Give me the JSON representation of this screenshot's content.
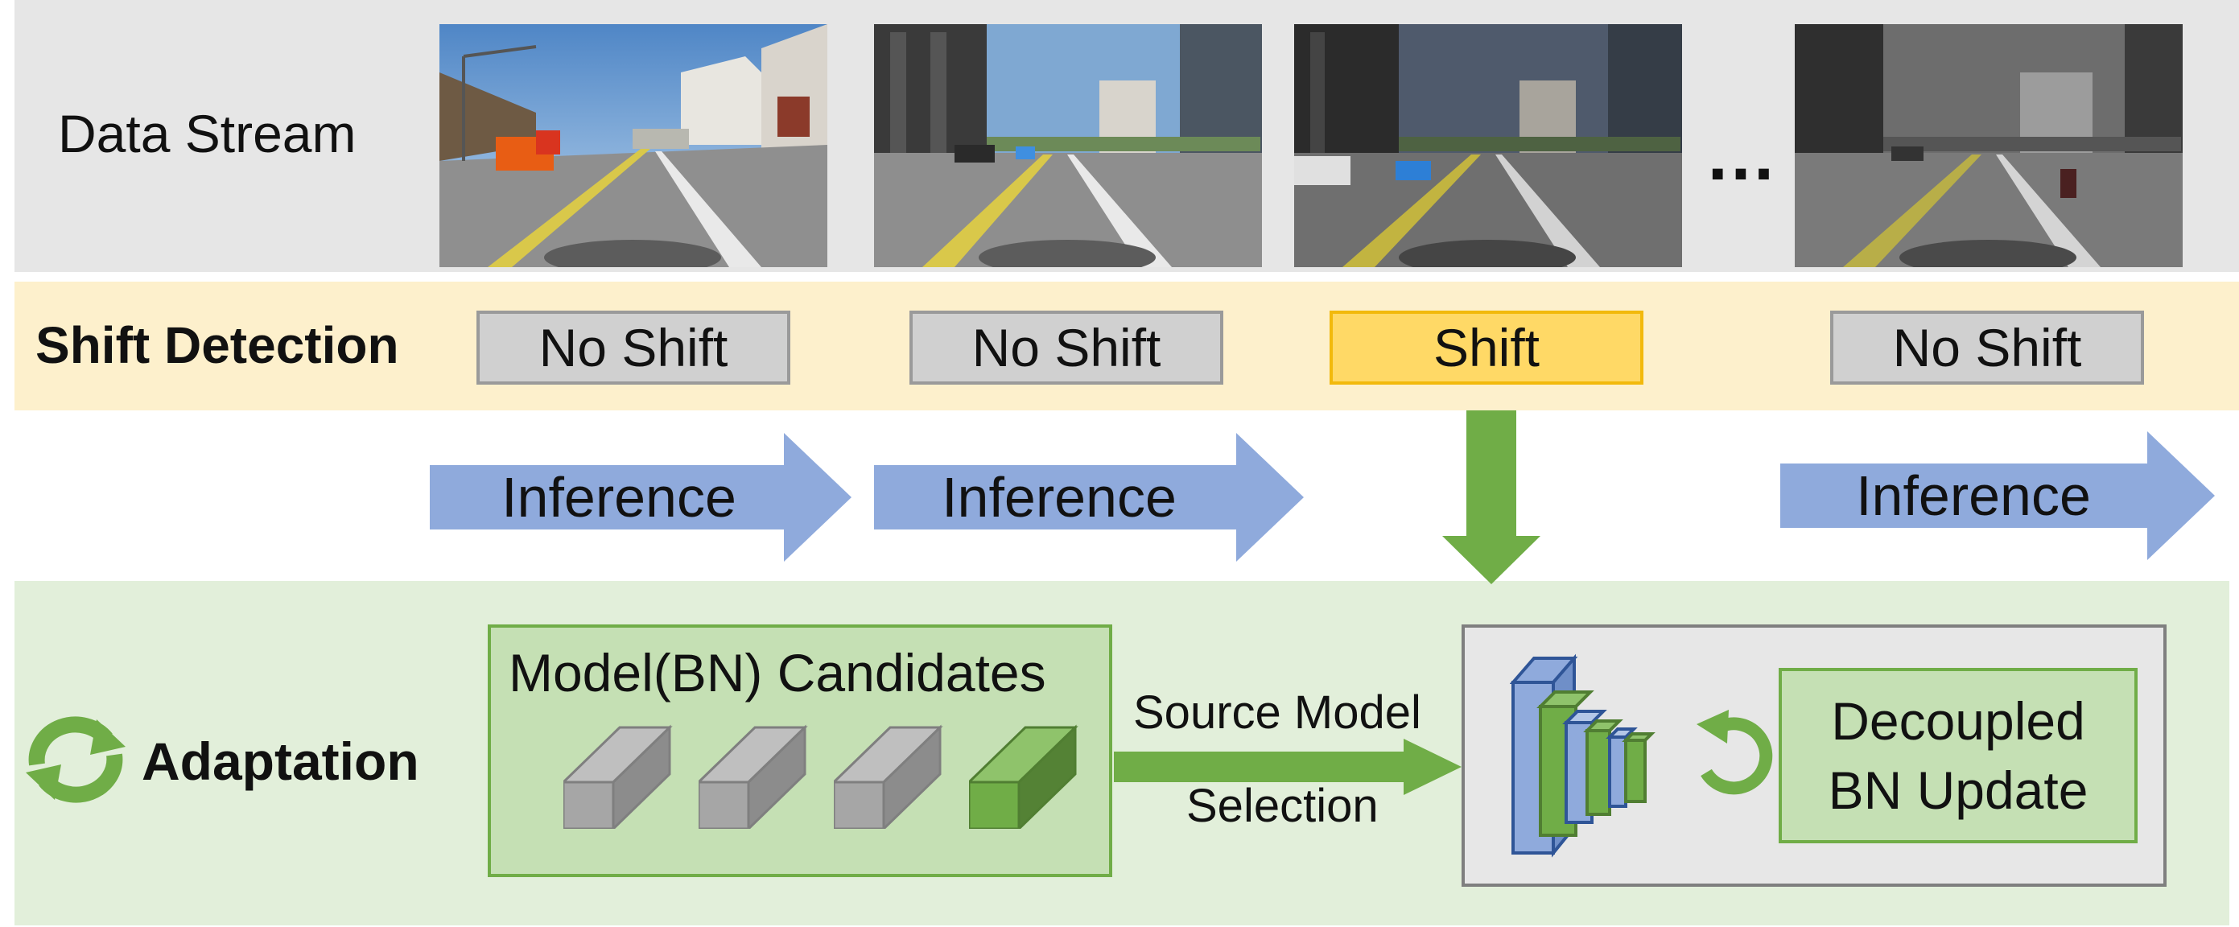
{
  "rows": {
    "data_stream": "Data Stream",
    "shift_detection": "Shift Detection",
    "adaptation": "Adaptation"
  },
  "stream": {
    "frames": [
      {
        "scene": "clear sunny street with fire truck"
      },
      {
        "scene": "city street with buildings, slight shift"
      },
      {
        "scene": "city street, darker overcast"
      },
      {
        "scene": "city street, gray desaturated"
      }
    ],
    "ellipsis": "…"
  },
  "shift_boxes": [
    {
      "label": "No Shift",
      "state": "no-shift"
    },
    {
      "label": "No Shift",
      "state": "no-shift"
    },
    {
      "label": "Shift",
      "state": "shift"
    },
    {
      "label": "No Shift",
      "state": "no-shift"
    }
  ],
  "inference_arrows": [
    "Inference",
    "Inference",
    "Inference"
  ],
  "adaptation": {
    "candidates_title": "Model(BN) Candidates",
    "selection_line1": "Source Model",
    "selection_line2": "Selection",
    "bn_update_line1": "Decoupled",
    "bn_update_line2": "BN Update"
  },
  "colors": {
    "stream_band": "#e6e6e6",
    "shift_band": "#fdf0cc",
    "adapt_band": "#e2efda",
    "inference_arrow": "#8faadc",
    "green_arrow": "#70ad47",
    "shift_active": "#ffd966",
    "no_shift": "#d0d0d0"
  },
  "icons": [
    "refresh-cycle-icon",
    "gray-cube-icon",
    "green-cube-icon",
    "cnn-layers-icon",
    "circular-arrow-icon"
  ]
}
